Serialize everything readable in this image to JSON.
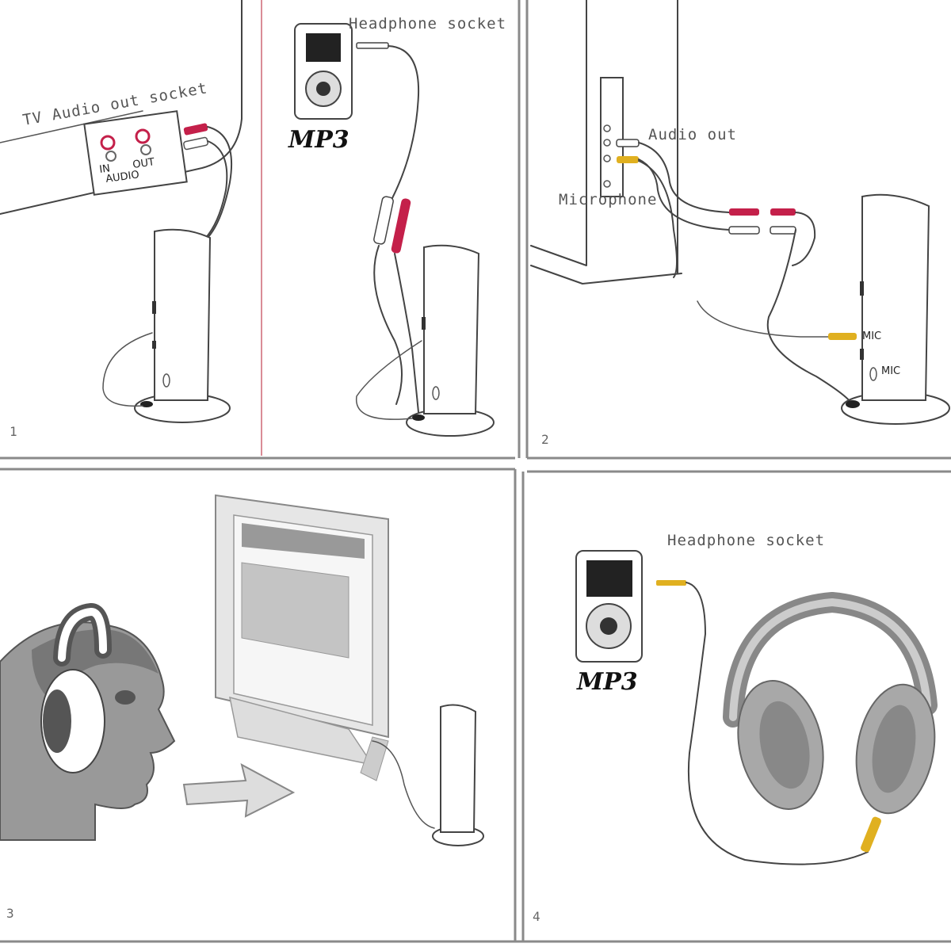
{
  "panels": [
    {
      "number": "1",
      "label_tv": "TV Audio out socket",
      "jack_in": "IN",
      "jack_out": "OUT",
      "jack_audio": "AUDIO",
      "mp3_logo": "MP3",
      "label_headphone": "Headphone socket"
    },
    {
      "number": "2",
      "label_audio_out": "Audio out",
      "label_microphone": "Microphone",
      "mic_label_1": "MIC",
      "mic_label_2": "MIC"
    },
    {
      "number": "3"
    },
    {
      "number": "4",
      "label_headphone": "Headphone socket",
      "mp3_logo": "MP3"
    }
  ],
  "colors": {
    "plug_red": "#c4204a",
    "plug_yellow": "#e0b020",
    "line": "#444444",
    "grid": "#888888"
  }
}
